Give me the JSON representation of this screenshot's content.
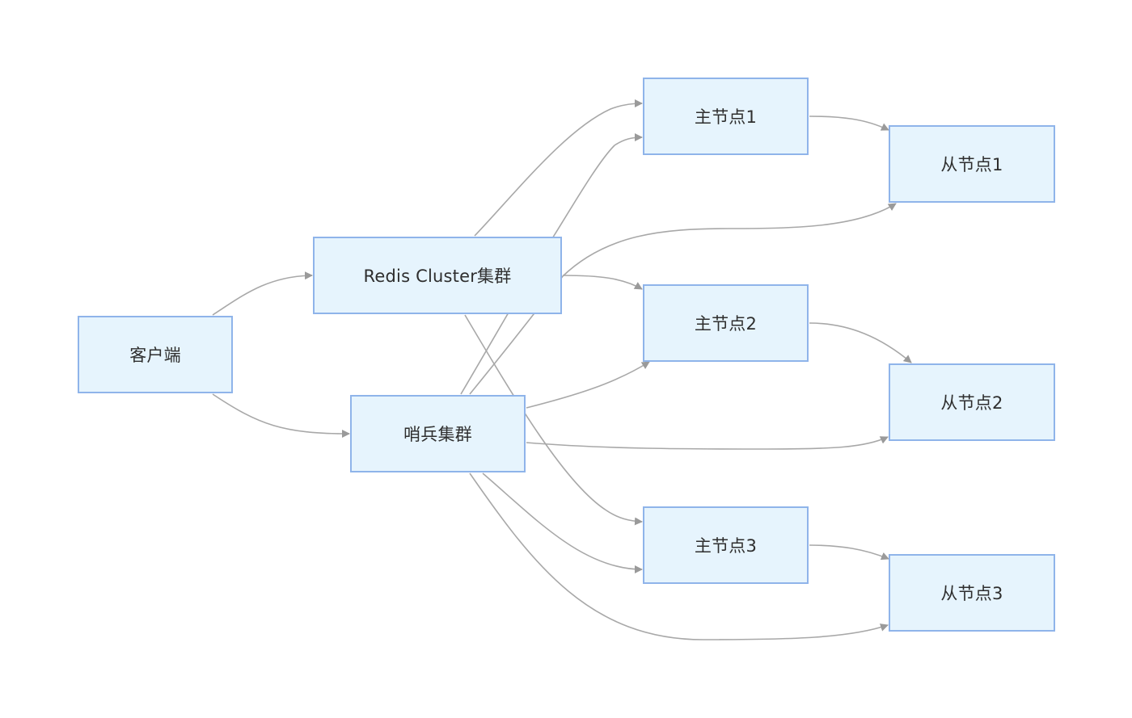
{
  "colors": {
    "node_fill": "#e6f4fd",
    "node_border": "#8fb4ea",
    "edge": "#a8a8a8",
    "text": "#2e2e2e"
  },
  "nodes": {
    "client": "客户端",
    "redis_cluster": "Redis Cluster集群",
    "sentinel": "哨兵集群",
    "master1": "主节点1",
    "master2": "主节点2",
    "master3": "主节点3",
    "slave1": "从节点1",
    "slave2": "从节点2",
    "slave3": "从节点3"
  },
  "edges": [
    {
      "from": "client",
      "to": "redis_cluster"
    },
    {
      "from": "client",
      "to": "sentinel"
    },
    {
      "from": "redis_cluster",
      "to": "master1"
    },
    {
      "from": "redis_cluster",
      "to": "master2"
    },
    {
      "from": "redis_cluster",
      "to": "master3"
    },
    {
      "from": "sentinel",
      "to": "master1"
    },
    {
      "from": "sentinel",
      "to": "master2"
    },
    {
      "from": "sentinel",
      "to": "master3"
    },
    {
      "from": "sentinel",
      "to": "slave1"
    },
    {
      "from": "sentinel",
      "to": "slave2"
    },
    {
      "from": "sentinel",
      "to": "slave3"
    },
    {
      "from": "master1",
      "to": "slave1"
    },
    {
      "from": "master2",
      "to": "slave2"
    },
    {
      "from": "master3",
      "to": "slave3"
    }
  ]
}
